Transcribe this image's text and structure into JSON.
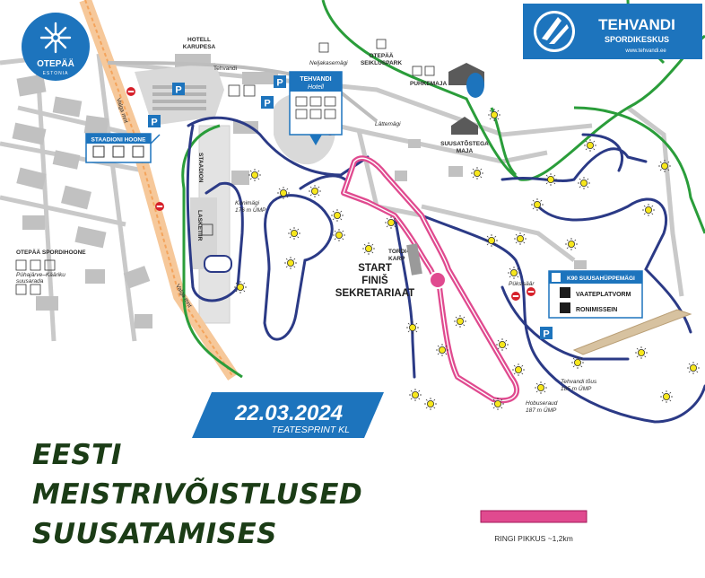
{
  "labels": {
    "hotell_karupesa": [
      "HOTELL",
      "KARUPESA"
    ],
    "tehvandi_street": "Tehvandi",
    "neljakasemagi": "Neljakasemägi",
    "seikluspark": [
      "OTEPÄÄ",
      "SEIKLUSPARK"
    ],
    "puhkemaja": "PUHKEMAJA",
    "suusatostega": [
      "SUUSATÕSTEGA",
      "MAJA"
    ],
    "lattemagi": "Lättemägi",
    "staadioni_hoone": "STAADIONI HOONE",
    "staadion": "STAADION",
    "kunimagi": [
      "Kunimägi",
      "176 m ÜMP"
    ],
    "lasketiir": "LASKETIIR",
    "valga_mnt": "Valga mnt",
    "otepaa_spordihoone": "OTEPÄÄ SPORDIHOONE",
    "puhajarve": [
      "Pühajärve–Kääriku",
      "suusarada"
    ],
    "start": "START",
    "finis": "FINIŠ",
    "sekretariaat": "SEKRETARIAAT",
    "tordikarp": [
      "TORDI-",
      "KARP"
    ],
    "puksisaar": "Püksisäär",
    "k90": "K90 SUUSAHÜPPEMÄGI",
    "vaateplatvorm": "VAATEPLATVORM",
    "ronimissein": "RONIMISSEIN",
    "tehvandi_tous": [
      "Tehvandi tõus",
      "185 m ÜMP"
    ],
    "hobuseraud": [
      "Hobuseraud",
      "187 m ÜMP"
    ],
    "hotell_badge": "TEHVANDI",
    "hotell_badge_sub": "Hotell",
    "parking": "P"
  },
  "otepaa_logo": {
    "name": "OTEPÄÄ",
    "country": "ESTONIA"
  },
  "tehvandi_logo": {
    "name": "TEHVANDI",
    "sub": "SPORDIKESKUS",
    "url": "www.tehvandi.ee"
  },
  "event": {
    "date": "22.03.2024",
    "type": "TEATESPRINT KL",
    "title_lines": [
      "EESTI",
      "MEISTRIVÕISTLUSED",
      "SUUSATAMISES"
    ]
  },
  "legend": {
    "loop_label": "RINGI PIKKUS ~1,2km",
    "loop_color": "#e04a8f"
  },
  "colors": {
    "race_loop": "#e04a8f",
    "track": "#2b3a86",
    "green_trail": "#2a9d3a",
    "brand_blue": "#1d74bd",
    "title_green": "#1b3c16"
  }
}
